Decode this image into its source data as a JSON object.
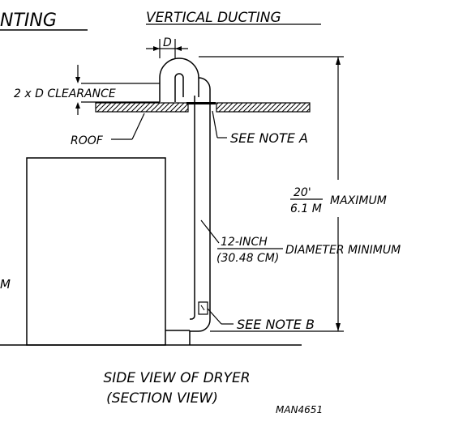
{
  "diagram": {
    "partial_heading": "NTING",
    "heading": "VERTICAL DUCTING",
    "dimension_d": "D",
    "clearance_label": "2 x D CLEARANCE",
    "roof_label": "ROOF",
    "note_a": "SEE NOTE A",
    "height_numerator": "20'",
    "height_denominator": "6.1 M",
    "height_suffix": "MAXIMUM",
    "diameter_numerator": "12-INCH",
    "diameter_denominator": "(30.48 CM)",
    "diameter_suffix": "DIAMETER MINIMUM",
    "partial_left_label": "M",
    "note_b": "SEE NOTE B",
    "caption_line1": "SIDE VIEW OF DRYER",
    "caption_line2": "(SECTION VIEW)",
    "drawing_number": "MAN4651"
  }
}
